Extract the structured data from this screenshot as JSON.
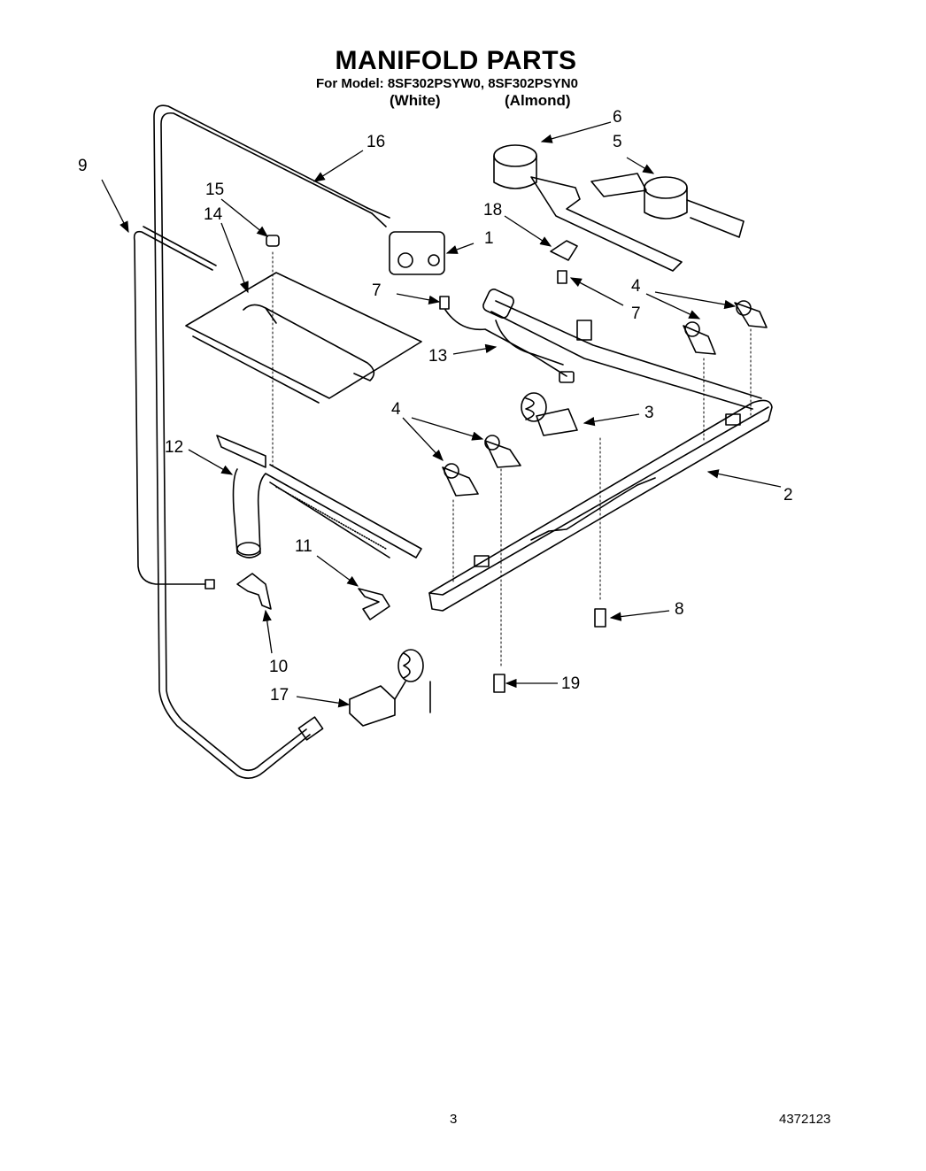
{
  "header": {
    "title": "MANIFOLD PARTS",
    "model_line": "For Model: 8SF302PSYW0, 8SF302PSYN0",
    "variant_white": "(White)",
    "variant_almond": "(Almond)"
  },
  "callouts": {
    "c1": "1",
    "c2": "2",
    "c3": "3",
    "c4a": "4",
    "c4b": "4",
    "c5": "5",
    "c6": "6",
    "c7a": "7",
    "c7b": "7",
    "c8": "8",
    "c9": "9",
    "c10": "10",
    "c11": "11",
    "c12": "12",
    "c13": "13",
    "c14": "14",
    "c15": "15",
    "c16": "16",
    "c17": "17",
    "c18": "18",
    "c19": "19"
  },
  "footer": {
    "page_number": "3",
    "document_number": "4372123"
  }
}
